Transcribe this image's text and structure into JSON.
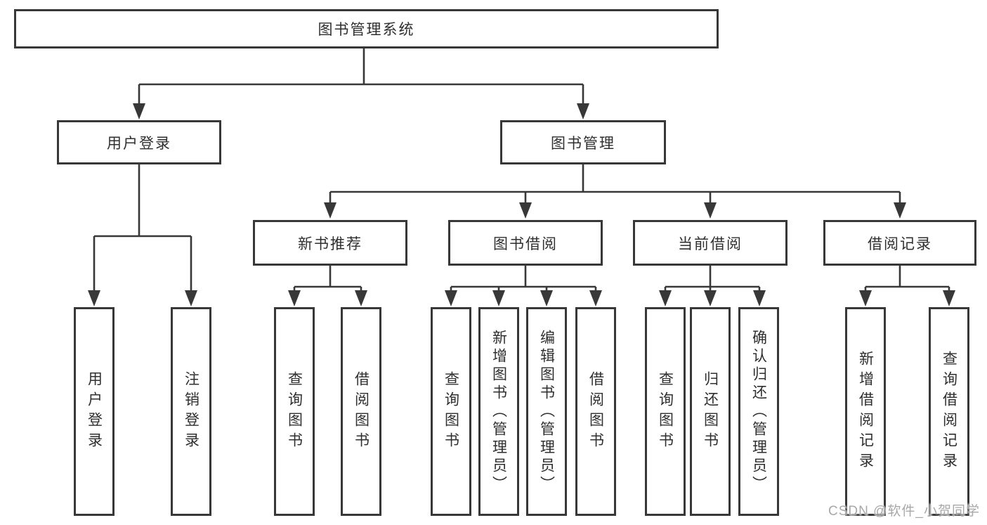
{
  "colors": {
    "line": "#383838",
    "text": "#2f2f2f",
    "background": "#ffffff",
    "watermark": "#a8a8a8"
  },
  "watermark": "CSDN @软件_小贺同学",
  "diagram": {
    "root": "图书管理系统",
    "branches": [
      {
        "label": "用户登录",
        "leaves": [
          "用户登录",
          "注销登录"
        ]
      },
      {
        "label": "图书管理",
        "groups": [
          {
            "label": "新书推荐",
            "leaves": [
              "查询图书",
              "借阅图书"
            ]
          },
          {
            "label": "图书借阅",
            "leaves": [
              "查询图书",
              "新增图书（管理员）",
              "编辑图书（管理员）",
              "借阅图书"
            ]
          },
          {
            "label": "当前借阅",
            "leaves": [
              "查询图书",
              "归还图书",
              "确认归还（管理员）"
            ]
          },
          {
            "label": "借阅记录",
            "leaves": [
              "新增借阅记录",
              "查询借阅记录"
            ]
          }
        ]
      }
    ]
  }
}
